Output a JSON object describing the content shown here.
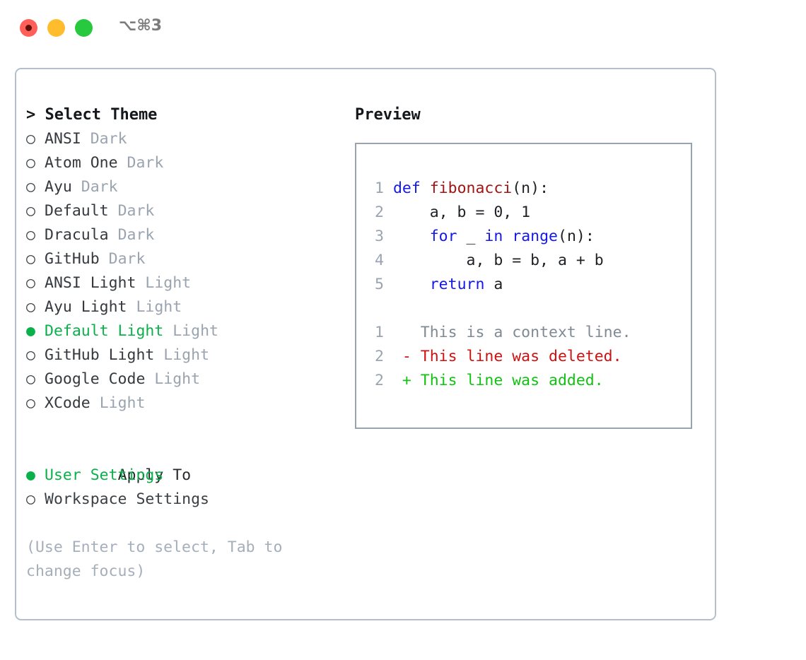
{
  "titlebar": {
    "shortcut": "⌥⌘3",
    "buttons": {
      "close": "close-window",
      "minimize": "minimize-window",
      "maximize": "maximize-window"
    }
  },
  "colors": {
    "selected_green": "#0ab04a",
    "muted_gray": "#9aa4b0",
    "border": "#b4bfcb",
    "preview_border": "#98a3b0",
    "keyword_blue": "#1418e8",
    "function_red": "#a01414",
    "diff_added": "#12c212",
    "diff_deleted": "#cc1111",
    "traffic_red": "#ff5f57",
    "traffic_yellow": "#ffbd2e",
    "traffic_green": "#27c93f"
  },
  "theme_picker": {
    "header": "> Select Theme",
    "bullet_selected": "●",
    "bullet_unselected": "○",
    "items": [
      {
        "name": "ANSI",
        "category": "Dark",
        "selected": false
      },
      {
        "name": "Atom One",
        "category": "Dark",
        "selected": false
      },
      {
        "name": "Ayu",
        "category": "Dark",
        "selected": false
      },
      {
        "name": "Default",
        "category": "Dark",
        "selected": false
      },
      {
        "name": "Dracula",
        "category": "Dark",
        "selected": false
      },
      {
        "name": "GitHub",
        "category": "Dark",
        "selected": false
      },
      {
        "name": "ANSI Light",
        "category": "Light",
        "selected": false
      },
      {
        "name": "Ayu Light",
        "category": "Light",
        "selected": false
      },
      {
        "name": "Default Light",
        "category": "Light",
        "selected": true
      },
      {
        "name": "GitHub Light",
        "category": "Light",
        "selected": false
      },
      {
        "name": "Google Code",
        "category": "Light",
        "selected": false
      },
      {
        "name": "XCode",
        "category": "Light",
        "selected": false
      }
    ]
  },
  "apply_to": {
    "header": "Apply To",
    "options": [
      {
        "label": "User Settings",
        "selected": true
      },
      {
        "label": "Workspace Settings",
        "selected": false
      }
    ]
  },
  "hint": {
    "line1": "(Use Enter to select, Tab to",
    "line2": "change focus)"
  },
  "preview": {
    "title": "Preview",
    "code_lines": [
      {
        "num": "1",
        "segments": [
          {
            "text": "def ",
            "kind": "keyword"
          },
          {
            "text": "fibonacci",
            "kind": "function"
          },
          {
            "text": "(n):",
            "kind": "plain"
          }
        ]
      },
      {
        "num": "2",
        "segments": [
          {
            "text": "    a, b = 0, 1",
            "kind": "plain"
          }
        ]
      },
      {
        "num": "3",
        "segments": [
          {
            "text": "    ",
            "kind": "plain"
          },
          {
            "text": "for",
            "kind": "keyword"
          },
          {
            "text": " _ ",
            "kind": "plain"
          },
          {
            "text": "in",
            "kind": "keyword"
          },
          {
            "text": " ",
            "kind": "plain"
          },
          {
            "text": "range",
            "kind": "keyword"
          },
          {
            "text": "(n):",
            "kind": "plain"
          }
        ]
      },
      {
        "num": "4",
        "segments": [
          {
            "text": "        a, b = b, a + b",
            "kind": "plain"
          }
        ]
      },
      {
        "num": "5",
        "segments": [
          {
            "text": "    ",
            "kind": "plain"
          },
          {
            "text": "return",
            "kind": "keyword"
          },
          {
            "text": " a",
            "kind": "plain"
          }
        ]
      }
    ],
    "diff_lines": [
      {
        "num": "1",
        "marker": " ",
        "text": "This is a context line.",
        "kind": "context"
      },
      {
        "num": "2",
        "marker": "-",
        "text": "This line was deleted.",
        "kind": "deleted"
      },
      {
        "num": "2",
        "marker": "+",
        "text": "This line was added.",
        "kind": "added"
      }
    ]
  }
}
